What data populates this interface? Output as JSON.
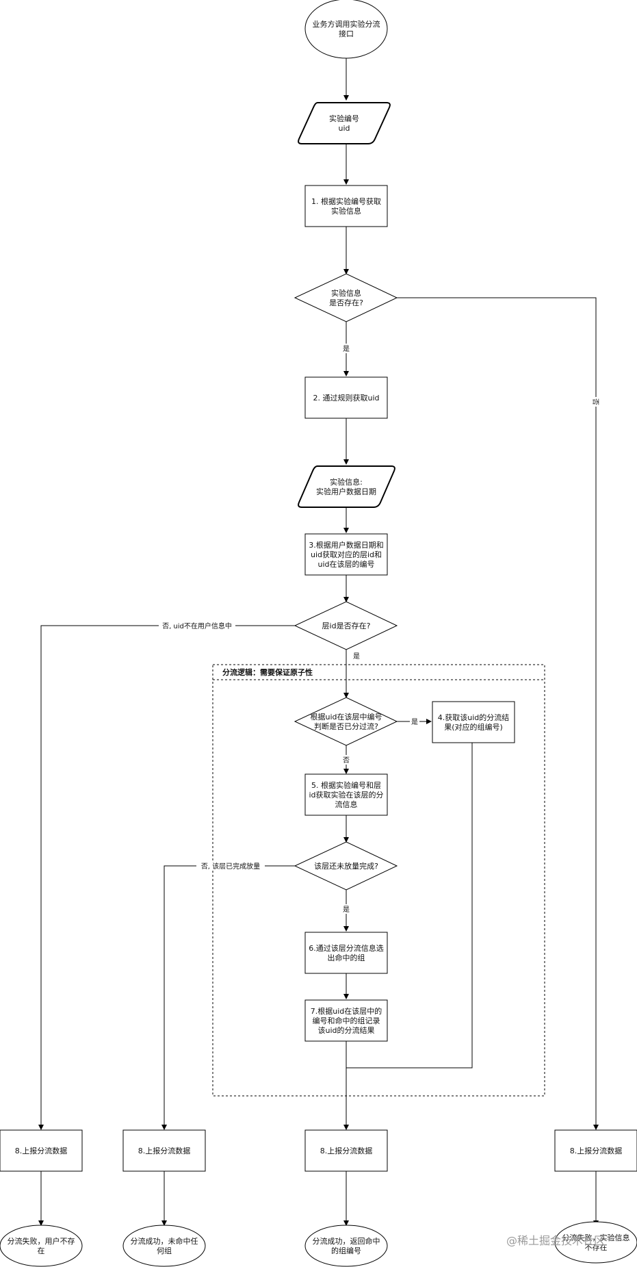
{
  "diagram": {
    "group_title": "分流逻辑：需要保证原子性",
    "nodes": {
      "start": [
        "业务方调用实验分流",
        "接口"
      ],
      "input_exp": [
        "实验编号",
        "uid"
      ],
      "step1": [
        "1. 根据实验编号获取",
        "实验信息"
      ],
      "dec_exp_exists": [
        "实验信息",
        "是否存在?"
      ],
      "step2": [
        "2. 通过规则获取uid"
      ],
      "input_date": [
        "实验信息:",
        "实验用户数据日期"
      ],
      "step3": [
        "3.根据用户数据日期和",
        "uid获取对应的层id和",
        "uid在该层的编号"
      ],
      "dec_layer_exists": [
        "层id是否存在?"
      ],
      "dec_already_split": [
        "根据uid在该层中编号",
        "判断是否已分过流?"
      ],
      "step4": [
        "4.获取该uid的分流结",
        "果(对应的组编号)"
      ],
      "step5": [
        "5. 根据实验编号和层",
        "id获取实验在该层的分",
        "流信息"
      ],
      "dec_not_done": [
        "该层还未放量完成?"
      ],
      "step6": [
        "6.通过该层分流信息选",
        "出命中的组"
      ],
      "step7": [
        "7.根据uid在该层中的",
        "编号和命中的组记录",
        "该uid的分流结果"
      ],
      "report1": [
        "8.上报分流数据"
      ],
      "report2": [
        "8.上报分流数据"
      ],
      "report3": [
        "8.上报分流数据"
      ],
      "report4": [
        "8.上报分流数据"
      ],
      "end1": [
        "分流失败，用户不存",
        "在"
      ],
      "end2": [
        "分流成功，未命中任",
        "何组"
      ],
      "end3": [
        "分流成功，返回命中",
        "的组编号"
      ],
      "end4": [
        "分流失败，实验信息",
        "不存在"
      ]
    },
    "edge_labels": {
      "exp_yes": "是",
      "exp_no": "否",
      "layer_no": "否, uid不在用户信息中",
      "layer_yes": "是",
      "split_yes": "是",
      "split_no": "否",
      "notdone_no": "否, 该层已完成放量",
      "notdone_yes": "是"
    },
    "watermark": "@稀土掘金技术社区"
  }
}
